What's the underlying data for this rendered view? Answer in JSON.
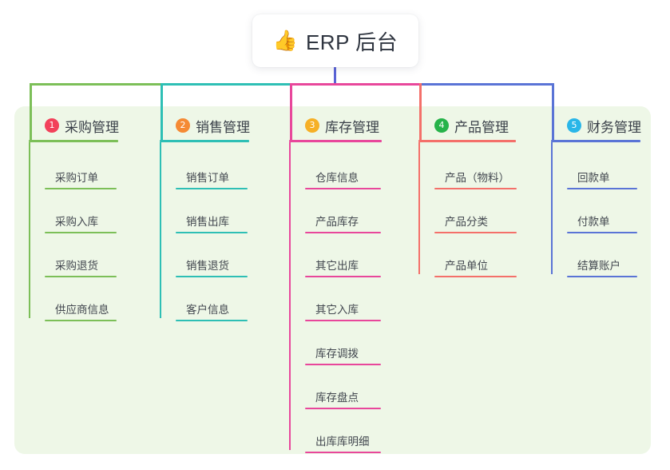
{
  "root": {
    "icon": "thumbs-up-icon",
    "emoji": "👍",
    "title": "ERP 后台"
  },
  "theme": {
    "panel_bg": "#eef7e7",
    "page_bg": "#ffffff",
    "card_bg": "#ffffff",
    "title_color": "#2f3540",
    "header_text_color": "#3a4049",
    "leaf_text_color": "#42474f",
    "root_stem_color": "#5a63d6"
  },
  "columns": [
    {
      "number": "1",
      "title": "采购管理",
      "badge_color": "#f2415a",
      "line_color": "#7cbf58",
      "items": [
        {
          "label": "采购订单"
        },
        {
          "label": "采购入库"
        },
        {
          "label": "采购退货"
        },
        {
          "label": "供应商信息"
        }
      ]
    },
    {
      "number": "2",
      "title": "销售管理",
      "badge_color": "#f58a34",
      "line_color": "#2ebfb5",
      "items": [
        {
          "label": "销售订单"
        },
        {
          "label": "销售出库"
        },
        {
          "label": "销售退货"
        },
        {
          "label": "客户信息"
        }
      ]
    },
    {
      "number": "3",
      "title": "库存管理",
      "badge_color": "#f6b026",
      "line_color": "#e8479b",
      "items": [
        {
          "label": "仓库信息"
        },
        {
          "label": "产品库存"
        },
        {
          "label": "其它出库"
        },
        {
          "label": "其它入库"
        },
        {
          "label": "库存调拨"
        },
        {
          "label": "库存盘点"
        },
        {
          "label": "出库库明细"
        }
      ]
    },
    {
      "number": "4",
      "title": "产品管理",
      "badge_color": "#27b34a",
      "line_color": "#f4706a",
      "items": [
        {
          "label": "产品（物料）"
        },
        {
          "label": "产品分类"
        },
        {
          "label": "产品单位"
        }
      ]
    },
    {
      "number": "5",
      "title": "财务管理",
      "badge_color": "#29b6e8",
      "line_color": "#5a74d6",
      "items": [
        {
          "label": "回款单"
        },
        {
          "label": "付款单"
        },
        {
          "label": "结算账户"
        }
      ]
    }
  ]
}
